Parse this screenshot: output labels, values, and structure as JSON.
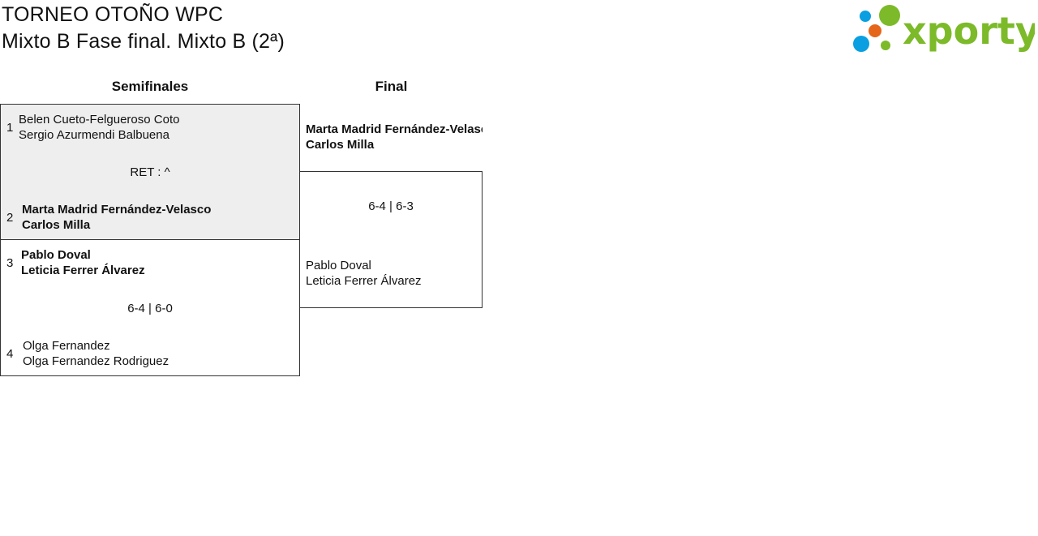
{
  "header": {
    "title": "TORNEO OTOÑO WPC",
    "subtitle": "Mixto B Fase final. Mixto B (2ª)"
  },
  "logo": {
    "text": "xporty",
    "colors": {
      "green": "#7cba2a",
      "blue": "#0a9fe0",
      "orange": "#e5661a"
    }
  },
  "rounds": {
    "semifinal_label": "Semifinales",
    "final_label": "Final"
  },
  "semifinals": [
    {
      "highlighted": true,
      "top": {
        "seed": "1",
        "player1": "Belen Cueto-Felgueroso Coto",
        "player2": "Sergio Azurmendi Balbuena",
        "winner": false
      },
      "score": "RET : ^",
      "bottom": {
        "seed": "2",
        "player1": "Marta Madrid Fernández-Velasco",
        "player2": "Carlos Milla",
        "winner": true
      }
    },
    {
      "highlighted": false,
      "top": {
        "seed": "3",
        "player1": "Pablo Doval",
        "player2": "Leticia Ferrer Álvarez",
        "winner": true
      },
      "score": "6-4 | 6-0",
      "bottom": {
        "seed": "4",
        "player1": "Olga Fernandez",
        "player2": "Olga Fernandez Rodriguez",
        "winner": false
      }
    }
  ],
  "final": {
    "top": {
      "player1": "Marta Madrid Fernández-Velasco",
      "player2": "Carlos Milla",
      "winner": true
    },
    "score": "6-4 | 6-3",
    "bottom": {
      "player1": "Pablo Doval",
      "player2": "Leticia Ferrer Álvarez",
      "winner": false
    }
  }
}
